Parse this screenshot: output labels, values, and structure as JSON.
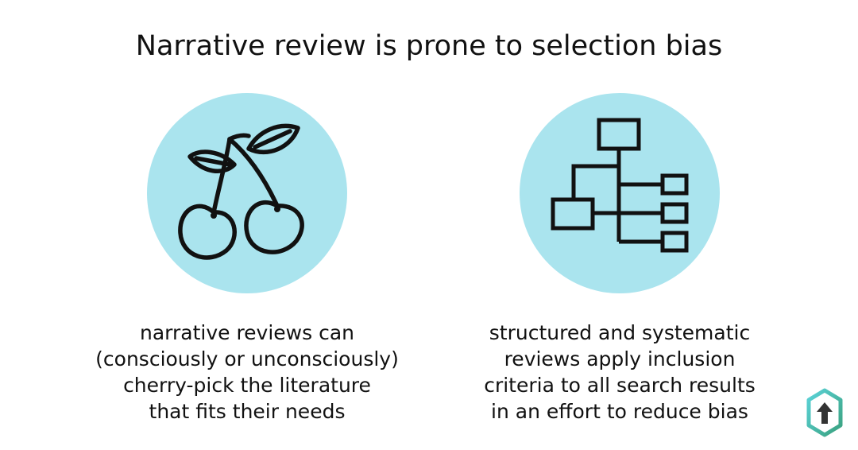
{
  "title": "Narrative review is prone to selection bias",
  "colors": {
    "circle": "#aae4ee",
    "icon_stroke": "#111111",
    "logo_gradient_start": "#5bd3d9",
    "logo_gradient_end": "#3aa17e",
    "logo_arrow": "#333333"
  },
  "left_panel": {
    "icon": "cherries-icon",
    "caption_lines": [
      "narrative reviews can",
      "(consciously or unconsciously)",
      "cherry-pick the literature",
      "that fits their needs"
    ]
  },
  "right_panel": {
    "icon": "hierarchy-flowchart-icon",
    "caption_lines": [
      "structured and systematic",
      "reviews apply inclusion",
      "criteria to all search results",
      "in an effort to reduce bias"
    ]
  },
  "logo": {
    "icon": "hexagon-upload-arrow-logo"
  }
}
